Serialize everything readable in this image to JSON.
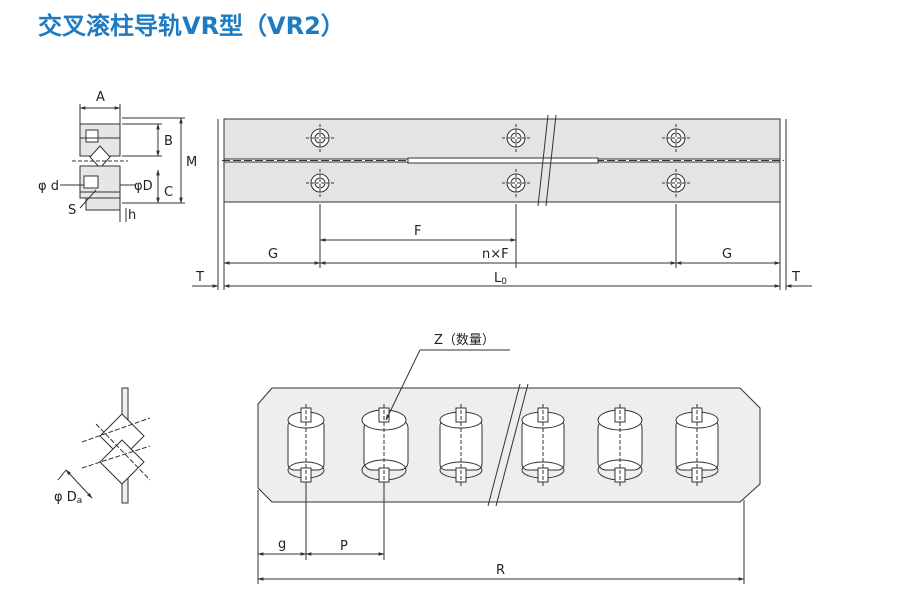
{
  "title": "交叉滚柱导轨VR型（VR2）",
  "colors": {
    "title": "#1f7bc1",
    "line": "#333333",
    "rail_fill": "#e4e4e4",
    "cage_fill": "#eeeeee"
  },
  "labels": {
    "A": "A",
    "B": "B",
    "C": "C",
    "M": "M",
    "d": "φ d",
    "D": "φD",
    "S": "S",
    "h": "h",
    "F": "F",
    "nF": "n×F",
    "G_left": "G",
    "G_right": "G",
    "L0": "L",
    "L0_sub": "0",
    "T_left": "T",
    "T_right": "T",
    "Z": "Z（数量）",
    "Da": "φ D",
    "Da_sub": "a",
    "g": "g",
    "P": "P",
    "R": "R"
  }
}
